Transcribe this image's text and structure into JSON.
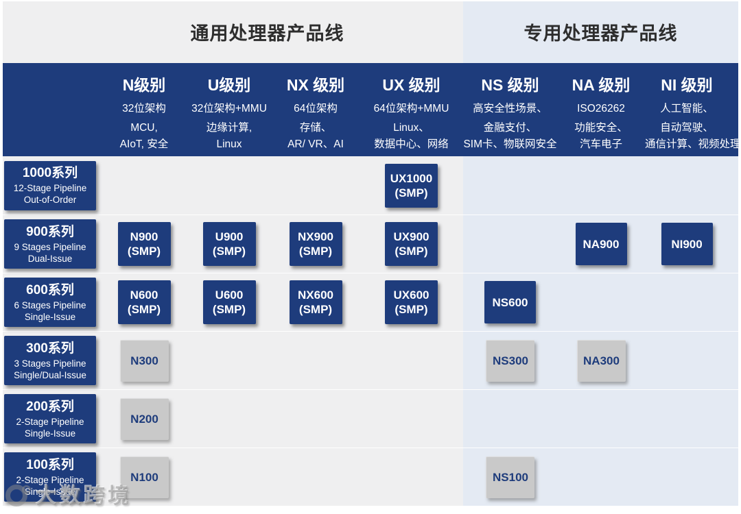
{
  "sections": {
    "general": "通用处理器产品线",
    "special": "专用处理器产品线"
  },
  "columns": [
    {
      "id": "N",
      "section": "general",
      "title": "N级别",
      "sub": [
        "32位架构",
        "MCU,",
        "AIoT, 安全"
      ]
    },
    {
      "id": "U",
      "section": "general",
      "title": "U级别",
      "sub": [
        "32位架构+MMU",
        "边缘计算,",
        "Linux"
      ]
    },
    {
      "id": "NX",
      "section": "general",
      "title": "NX 级别",
      "sub": [
        "64位架构",
        "存储、",
        "AR/ VR、AI"
      ]
    },
    {
      "id": "UX",
      "section": "general",
      "title": "UX 级别",
      "sub": [
        "64位架构+MMU",
        "Linux、",
        "数据中心、网络"
      ]
    },
    {
      "id": "NS",
      "section": "special",
      "title": "NS 级别",
      "sub": [
        "高安全性场景、",
        "金融支付、",
        "SIM卡、物联网安全"
      ]
    },
    {
      "id": "NA",
      "section": "special",
      "title": "NA 级别",
      "sub": [
        "ISO26262",
        "功能安全、",
        "汽车电子"
      ]
    },
    {
      "id": "NI",
      "section": "special",
      "title": "NI 级别",
      "sub": [
        "人工智能、",
        "自动驾驶、",
        "通信计算、视频处理"
      ]
    }
  ],
  "rows": [
    {
      "id": "1000",
      "title": "1000系列",
      "sub": [
        "12-Stage Pipeline",
        "Out-of-Order"
      ],
      "chips": {
        "UX": {
          "label": "UX1000",
          "sub": "(SMP)",
          "style": "navy"
        }
      }
    },
    {
      "id": "900",
      "title": "900系列",
      "sub": [
        "9 Stages Pipeline",
        "Dual-Issue"
      ],
      "chips": {
        "N": {
          "label": "N900",
          "sub": "(SMP)",
          "style": "navy"
        },
        "U": {
          "label": "U900",
          "sub": "(SMP)",
          "style": "navy"
        },
        "NX": {
          "label": "NX900",
          "sub": "(SMP)",
          "style": "navy"
        },
        "UX": {
          "label": "UX900",
          "sub": "(SMP)",
          "style": "navy"
        },
        "NA": {
          "label": "NA900",
          "style": "navy"
        },
        "NI": {
          "label": "NI900",
          "style": "navy"
        }
      }
    },
    {
      "id": "600",
      "title": "600系列",
      "sub": [
        "6 Stages Pipeline",
        "Single-Issue"
      ],
      "chips": {
        "N": {
          "label": "N600",
          "sub": "(SMP)",
          "style": "navy"
        },
        "U": {
          "label": "U600",
          "sub": "(SMP)",
          "style": "navy"
        },
        "NX": {
          "label": "NX600",
          "sub": "(SMP)",
          "style": "navy"
        },
        "UX": {
          "label": "UX600",
          "sub": "(SMP)",
          "style": "navy"
        },
        "NS": {
          "label": "NS600",
          "style": "navy"
        }
      }
    },
    {
      "id": "300",
      "title": "300系列",
      "sub": [
        "3 Stages Pipeline",
        "Single/Dual-Issue"
      ],
      "chips": {
        "N": {
          "label": "N300",
          "style": "gray"
        },
        "NS": {
          "label": "NS300",
          "style": "gray"
        },
        "NA": {
          "label": "NA300",
          "style": "gray"
        }
      }
    },
    {
      "id": "200",
      "title": "200系列",
      "sub": [
        "2-Stage Pipeline",
        "Single-Issue"
      ],
      "chips": {
        "N": {
          "label": "N200",
          "style": "gray"
        }
      }
    },
    {
      "id": "100",
      "title": "100系列",
      "sub": [
        "2-Stage Pipeline",
        "Single-Issue"
      ],
      "chips": {
        "N": {
          "label": "N100",
          "style": "gray"
        },
        "NS": {
          "label": "NS100",
          "style": "gray"
        }
      }
    }
  ],
  "watermark": {
    "text": "大数跨境"
  },
  "colors": {
    "navy": "#1e3c7c",
    "gray_chip": "#c9c9c9",
    "general_bg": "#efeff0",
    "special_bg": "#e4eaf3",
    "title_text": "#2d2d2d"
  }
}
